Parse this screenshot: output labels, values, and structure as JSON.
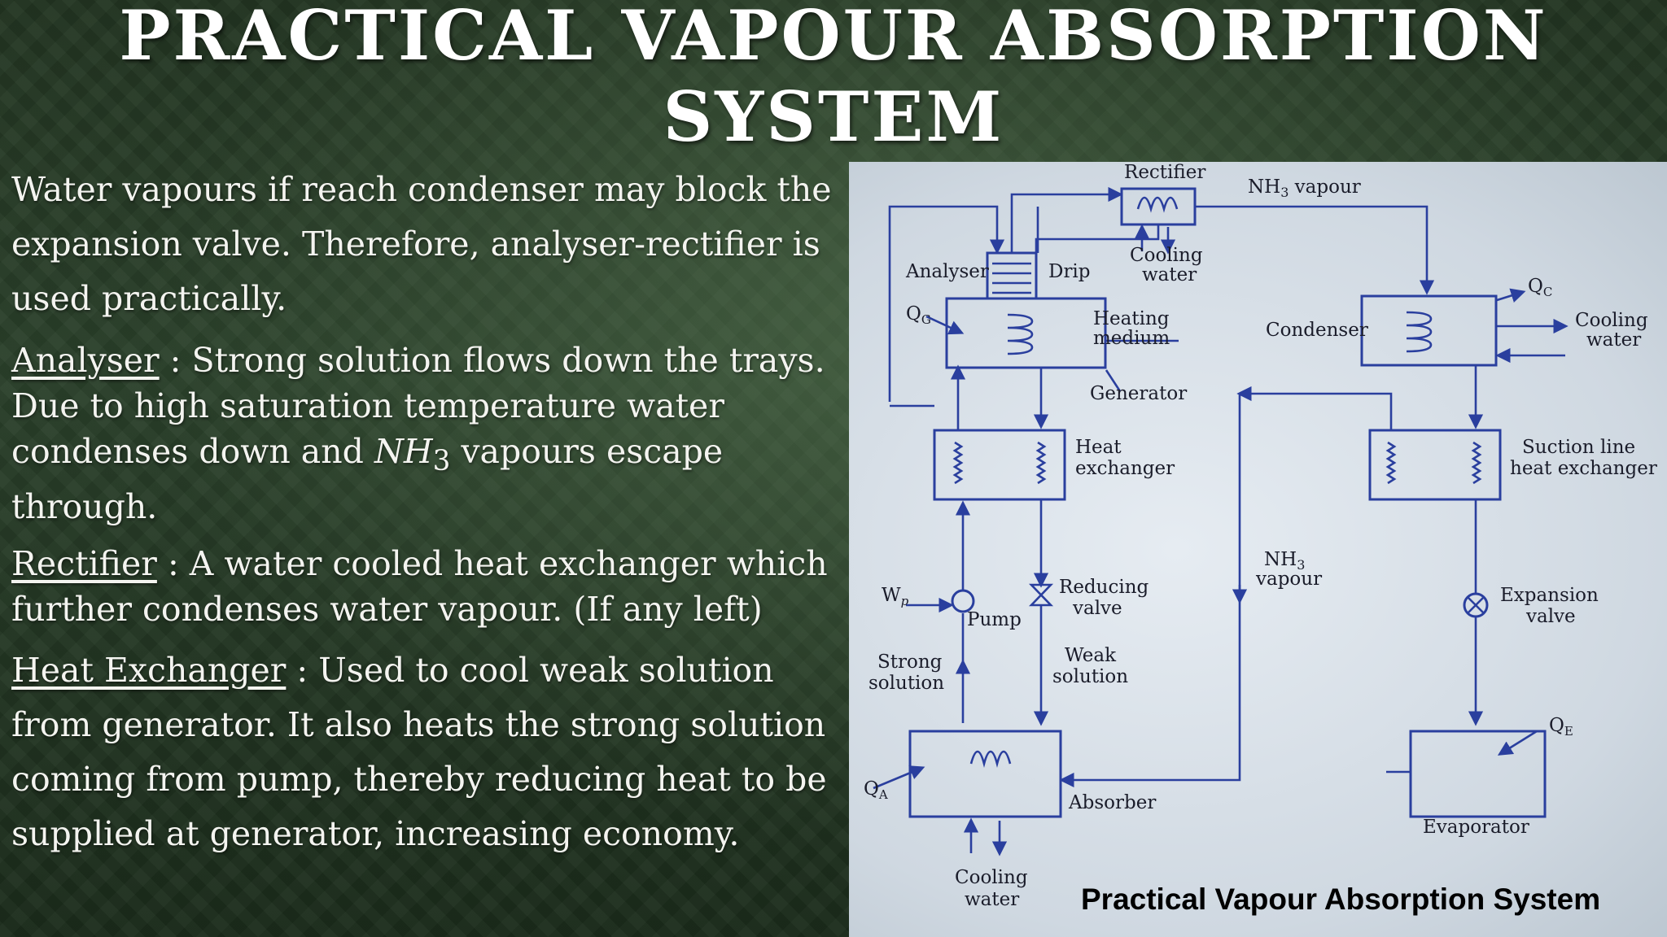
{
  "slide": {
    "title_line1": "PRACTICAL VAPOUR ABSORPTION",
    "title_line2": "SYSTEM"
  },
  "text": {
    "intro": "Water vapours if reach condenser may block the expansion valve. Therefore, analyser-rectifier is used practically.",
    "analyser_term": "Analyser",
    "analyser_desc_a": " : Strong solution flows down the trays. Due to high saturation temperature water condenses down and ",
    "analyser_nh": "NH",
    "analyser_sub": "3",
    "analyser_desc_b": " vapours escape through.",
    "rectifier_term": "Rectifier",
    "rectifier_desc": " : A water cooled heat exchanger which further condenses water vapour. (If any left)",
    "hx_term": "Heat Exchanger",
    "hx_desc": " : Used to cool weak solution from generator. It also heats the strong solution coming from pump, thereby reducing heat to be supplied at generator, increasing economy."
  },
  "diagram": {
    "labels": {
      "rectifier": "Rectifier",
      "nh3_vapour_top_nh": "NH",
      "nh3_vapour_top_sub": "3",
      "nh3_vapour_top_rest": " vapour",
      "analyser": "Analyser",
      "drip": "Drip",
      "cooling_water_rect_1": "Cooling",
      "cooling_water_rect_2": "water",
      "qg_q": "Q",
      "qg_sub": "G",
      "heating_medium_1": "Heating",
      "heating_medium_2": "medium",
      "generator": "Generator",
      "condenser": "Condenser",
      "qc_q": "Q",
      "qc_sub": "C",
      "cooling_water_cond_1": "Cooling",
      "cooling_water_cond_2": "water",
      "heat_exchanger_1": "Heat",
      "heat_exchanger_2": "exchanger",
      "suction_hx_1": "Suction line",
      "suction_hx_2": "heat exchanger",
      "nh3_vapour_mid_nh": "NH",
      "nh3_vapour_mid_sub": "3",
      "nh3_vapour_mid_2": "vapour",
      "wp_w": "W",
      "wp_sub": "p",
      "pump": "Pump",
      "reducing_valve_1": "Reducing",
      "reducing_valve_2": "valve",
      "expansion_valve_1": "Expansion",
      "expansion_valve_2": "valve",
      "strong_solution_1": "Strong",
      "strong_solution_2": "solution",
      "weak_solution_1": "Weak",
      "weak_solution_2": "solution",
      "qa_q": "Q",
      "qa_sub": "A",
      "absorber": "Absorber",
      "qe_q": "Q",
      "qe_sub": "E",
      "evaporator": "Evaporator",
      "cooling_water_abs_1": "Cooling",
      "cooling_water_abs_2": "water"
    },
    "caption": "Practical Vapour Absorption System",
    "line_color": "#2a3f9e"
  }
}
